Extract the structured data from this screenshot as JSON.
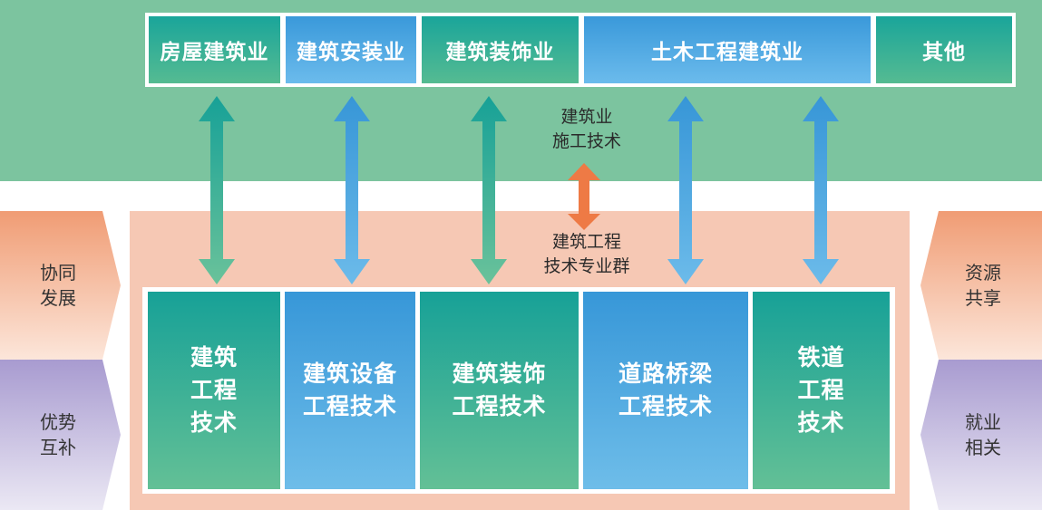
{
  "industries": [
    {
      "label": "房屋建筑业",
      "color": "teal"
    },
    {
      "label": "建筑安装业",
      "color": "blue"
    },
    {
      "label": "建筑装饰业",
      "color": "teal"
    },
    {
      "label": "土木工程建筑业",
      "color": "blue"
    },
    {
      "label": "其他",
      "color": "teal"
    }
  ],
  "technologies": [
    {
      "label": "建筑\n工程\n技术",
      "color": "teal"
    },
    {
      "label": "建筑设备\n工程技术",
      "color": "blue"
    },
    {
      "label": "建筑装饰\n工程技术",
      "color": "teal"
    },
    {
      "label": "道路桥梁\n工程技术",
      "color": "blue"
    },
    {
      "label": "铁道\n工程\n技术",
      "color": "teal"
    }
  ],
  "center": {
    "top_label": "建筑业\n施工技术",
    "bottom_label": "建筑工程\n技术专业群"
  },
  "left_sides": [
    {
      "label": "协同\n发展"
    },
    {
      "label": "优势\n互补"
    }
  ],
  "right_sides": [
    {
      "label": "资源\n共享"
    },
    {
      "label": "就业\n相关"
    }
  ],
  "colors": {
    "teal": "#1aa59a",
    "blue": "#3a99da",
    "top_band": "#7cc49f",
    "bottom_band": "#f6c8b4",
    "orange_arrow": "#ee7a45",
    "side_orange": "#f2a27c",
    "side_purple": "#a79ccf"
  }
}
